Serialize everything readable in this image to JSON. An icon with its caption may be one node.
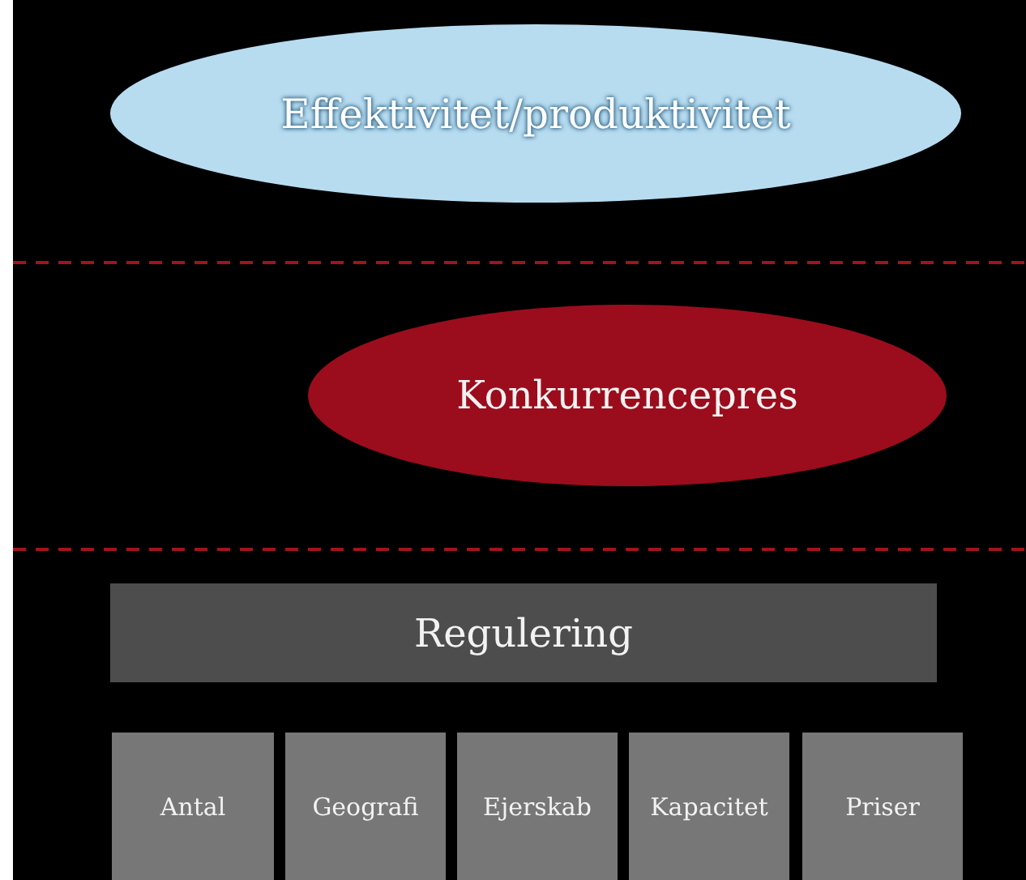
{
  "diagram": {
    "nodes": [
      {
        "text": [
          "Effektivitet/produktivitet"
        ]
      },
      {
        "text": [
          "Konkurrencepres"
        ]
      },
      {
        "text": [
          "Regulering"
        ]
      },
      {
        "text": [
          "Antal"
        ]
      },
      {
        "text": [
          "Geografi"
        ]
      },
      {
        "text": [
          "Ejerskab"
        ]
      },
      {
        "text": [
          "Kapacitet"
        ]
      },
      {
        "text": [
          "Priser"
        ]
      }
    ],
    "edges": []
  }
}
